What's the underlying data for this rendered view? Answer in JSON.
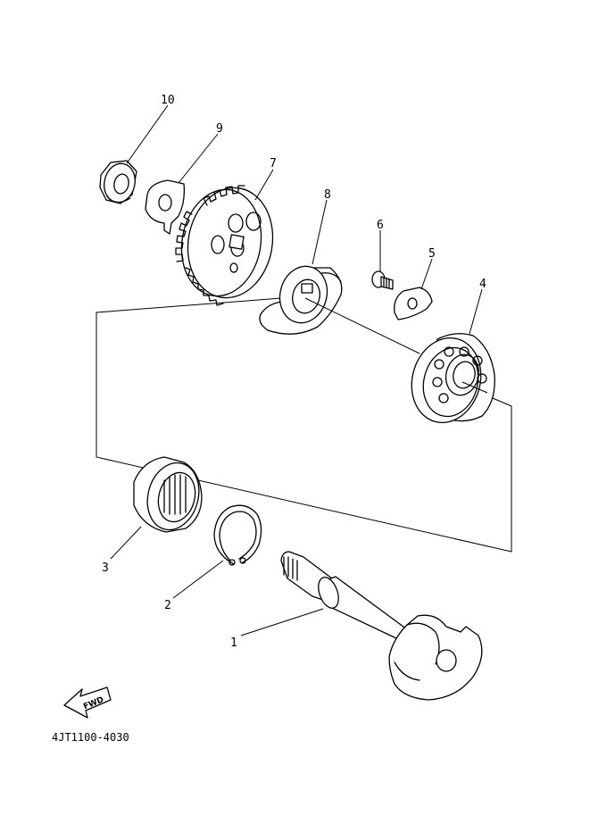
{
  "diagram_code": "4JT1100-4030",
  "fwd_label": "FWD",
  "parts": [
    {
      "label": "1"
    },
    {
      "label": "2"
    },
    {
      "label": "3"
    },
    {
      "label": "4"
    },
    {
      "label": "5"
    },
    {
      "label": "6"
    },
    {
      "label": "7"
    },
    {
      "label": "8"
    },
    {
      "label": "9"
    },
    {
      "label": "10"
    }
  ]
}
